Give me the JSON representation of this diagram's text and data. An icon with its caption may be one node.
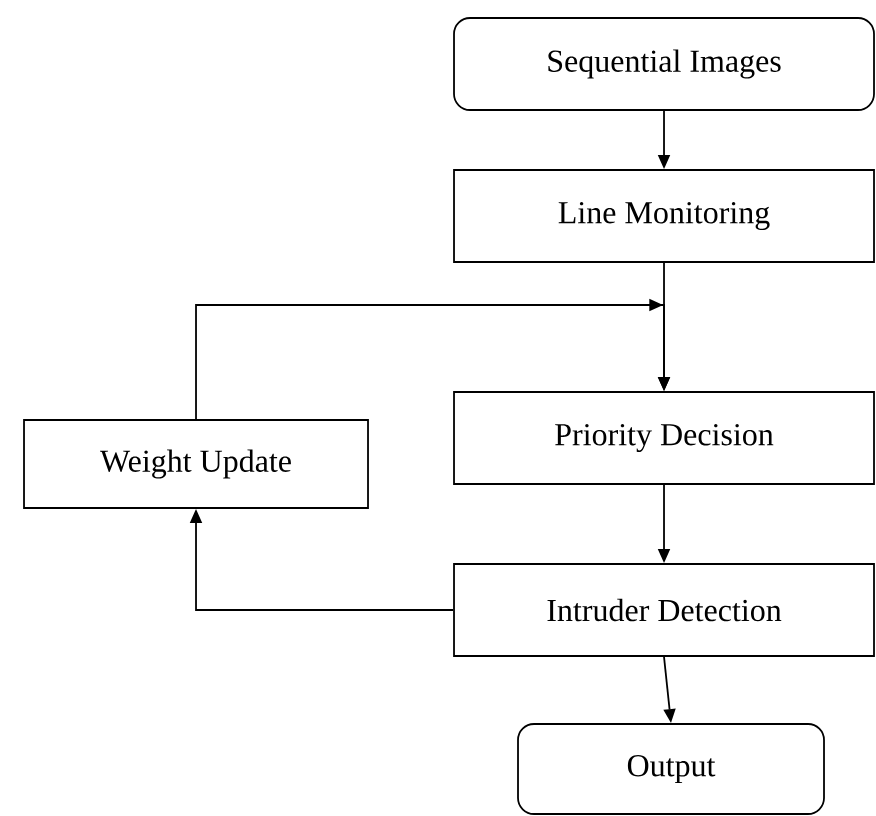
{
  "diagram": {
    "nodes": [
      {
        "text": [
          "Sequential Images"
        ]
      },
      {
        "text": [
          "Line Monitoring"
        ]
      },
      {
        "text": [
          "Priority Decision"
        ]
      },
      {
        "text": [
          "Weight Update"
        ]
      },
      {
        "text": [
          "Intruder Detection"
        ]
      },
      {
        "text": [
          "Output"
        ]
      }
    ],
    "edges": [
      {
        "from": 0,
        "to": 1,
        "arrow": "to"
      },
      {
        "from": 1,
        "to": 2,
        "arrow": "to"
      },
      {
        "from": 2,
        "to": 4,
        "arrow": "to"
      },
      {
        "from": 4,
        "to": 3,
        "arrow": "to"
      },
      {
        "from": 3,
        "to": 2,
        "arrow": "to"
      },
      {
        "from": 4,
        "to": 5,
        "arrow": "to"
      }
    ]
  }
}
